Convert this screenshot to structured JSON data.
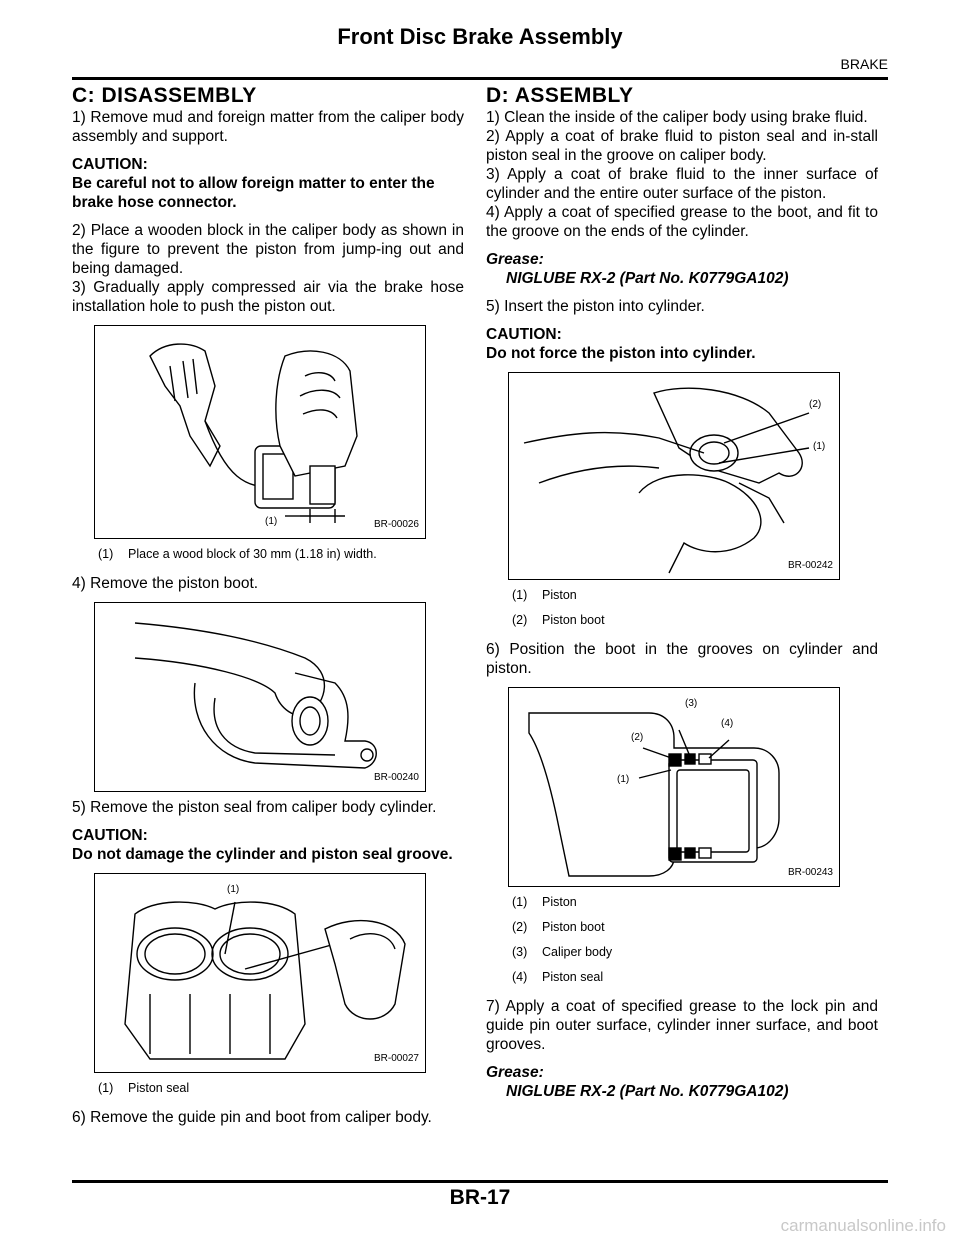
{
  "header": {
    "title": "Front Disc Brake Assembly",
    "section": "BRAKE"
  },
  "footer": {
    "page_number": "BR-17",
    "watermark": "carmanualsonline.info"
  },
  "left": {
    "heading": "C: DISASSEMBLY",
    "step1": "1) Remove mud and foreign matter from the caliper body assembly and support.",
    "caution1_title": "CAUTION:",
    "caution1_text": "Be careful not to allow foreign matter to enter the brake hose connector.",
    "step2": "2) Place a wooden block in the caliper body as shown in the figure to prevent the piston from jump-ing out and being damaged.",
    "step3": "3) Gradually apply compressed air via the brake hose installation hole to push the piston out.",
    "fig1": {
      "code": "BR-00026",
      "callout1": "(1)"
    },
    "legend1": [
      {
        "num": "(1)",
        "text": "Place a wood block of 30 mm (1.18 in) width."
      }
    ],
    "step4": "4) Remove the piston boot.",
    "fig2": {
      "code": "BR-00240"
    },
    "step5": "5) Remove the piston seal from caliper body cylinder.",
    "caution2_title": "CAUTION:",
    "caution2_text": "Do not damage the cylinder and piston seal groove.",
    "fig3": {
      "code": "BR-00027",
      "callout1": "(1)"
    },
    "legend3": [
      {
        "num": "(1)",
        "text": "Piston seal"
      }
    ],
    "step6": "6) Remove the guide pin and boot from caliper body."
  },
  "right": {
    "heading": "D: ASSEMBLY",
    "step1": "1) Clean the inside of the caliper body using brake fluid.",
    "step2": "2) Apply a coat of brake fluid to piston seal and in-stall piston seal in the groove on caliper body.",
    "step3": "3) Apply a coat of brake fluid to the inner surface of cylinder and the entire outer surface of the piston.",
    "step4": "4) Apply a coat of specified grease to the boot, and fit to the groove on the ends of the cylinder.",
    "grease1_label": "Grease:",
    "grease1_value": "NIGLUBE RX-2 (Part No. K0779GA102)",
    "step5": "5) Insert the piston into cylinder.",
    "caution1_title": "CAUTION:",
    "caution1_text": "Do not force the piston into cylinder.",
    "fig4": {
      "code": "BR-00242",
      "callout1": "(1)",
      "callout2": "(2)"
    },
    "legend4": [
      {
        "num": "(1)",
        "text": "Piston"
      },
      {
        "num": "(2)",
        "text": "Piston boot"
      }
    ],
    "step6": "6) Position the boot in the grooves on cylinder and piston.",
    "fig5": {
      "code": "BR-00243",
      "callout1": "(1)",
      "callout2": "(2)",
      "callout3": "(3)",
      "callout4": "(4)"
    },
    "legend5": [
      {
        "num": "(1)",
        "text": "Piston"
      },
      {
        "num": "(2)",
        "text": "Piston boot"
      },
      {
        "num": "(3)",
        "text": "Caliper body"
      },
      {
        "num": "(4)",
        "text": "Piston seal"
      }
    ],
    "step7": "7) Apply a coat of specified grease to the lock pin and guide pin outer surface, cylinder inner surface, and boot grooves.",
    "grease2_label": "Grease:",
    "grease2_value": "NIGLUBE RX-2 (Part No. K0779GA102)"
  }
}
